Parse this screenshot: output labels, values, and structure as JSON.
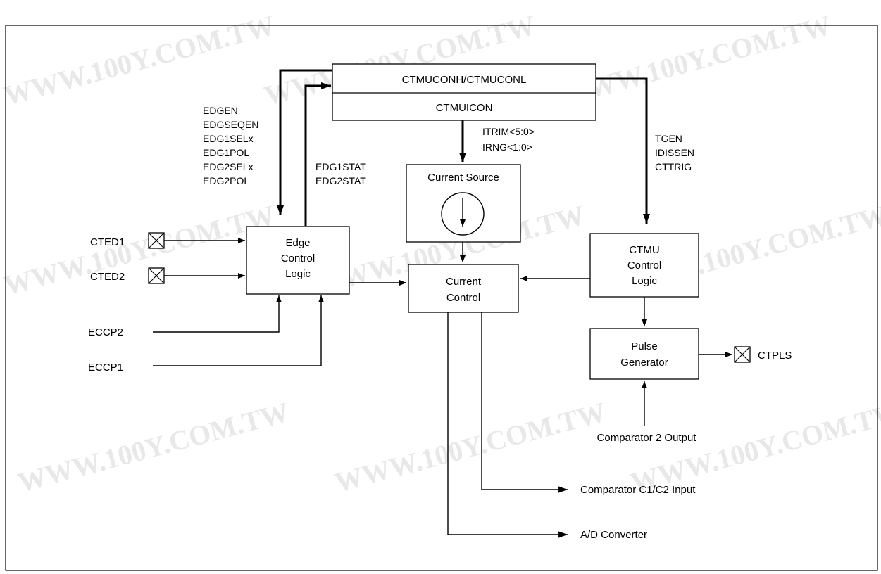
{
  "watermark": "WWW.100Y.COM.TW",
  "registers": {
    "top": "CTMUCONH/CTMUCONL",
    "bottom": "CTMUICON"
  },
  "edge_logic": {
    "lines": [
      "Edge",
      "Control",
      "Logic"
    ]
  },
  "current_source": {
    "title": "Current Source"
  },
  "current_control": {
    "lines": [
      "Current",
      "Control"
    ]
  },
  "ctmu_logic": {
    "lines": [
      "CTMU",
      "Control",
      "Logic"
    ]
  },
  "pulse_gen": {
    "lines": [
      "Pulse",
      "Generator"
    ]
  },
  "pins": {
    "cted1": "CTED1",
    "cted2": "CTED2",
    "ctpls": "CTPLS"
  },
  "inputs": {
    "eccp2": "ECCP2",
    "eccp1": "ECCP1"
  },
  "signals": {
    "edge_config": [
      "EDGEN",
      "EDGSEQEN",
      "EDG1SELx",
      "EDG1POL",
      "EDG2SELx",
      "EDG2POL"
    ],
    "edge_status": [
      "EDG1STAT",
      "EDG2STAT"
    ],
    "trim": [
      "ITRIM<5:0>",
      "IRNG<1:0>"
    ],
    "ctmu_config": [
      "TGEN",
      "IDISSEN",
      "CTTRIG"
    ]
  },
  "outputs": {
    "comparator2_output": "Comparator 2 Output",
    "comparator_input": "Comparator C1/C2 Input",
    "adc": "A/D Converter"
  }
}
